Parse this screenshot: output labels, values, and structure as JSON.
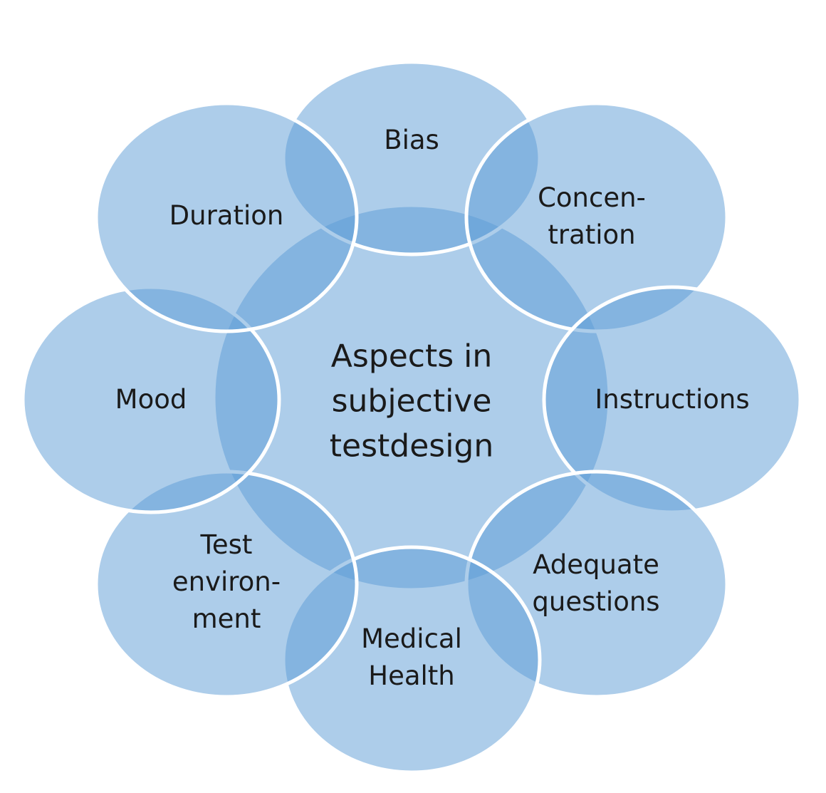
{
  "diagram": {
    "center": {
      "lines": [
        "Aspects in",
        "subjective",
        "testdesign"
      ]
    },
    "petals": [
      {
        "id": "bias",
        "lines": [
          "Bias"
        ]
      },
      {
        "id": "concentration",
        "lines": [
          "Concen-",
          "tration"
        ]
      },
      {
        "id": "instructions",
        "lines": [
          "Instructions"
        ]
      },
      {
        "id": "adequate-questions",
        "lines": [
          "Adequate",
          "questions"
        ]
      },
      {
        "id": "medical-health",
        "lines": [
          "Medical",
          "Health"
        ]
      },
      {
        "id": "test-environment",
        "lines": [
          "Test",
          "environ-",
          "ment"
        ]
      },
      {
        "id": "mood",
        "lines": [
          "Mood"
        ]
      },
      {
        "id": "duration",
        "lines": [
          "Duration"
        ]
      }
    ],
    "colors": {
      "fill": "#5b9bd5",
      "stroke": "#ffffff",
      "text": "#1a1a1a"
    }
  }
}
